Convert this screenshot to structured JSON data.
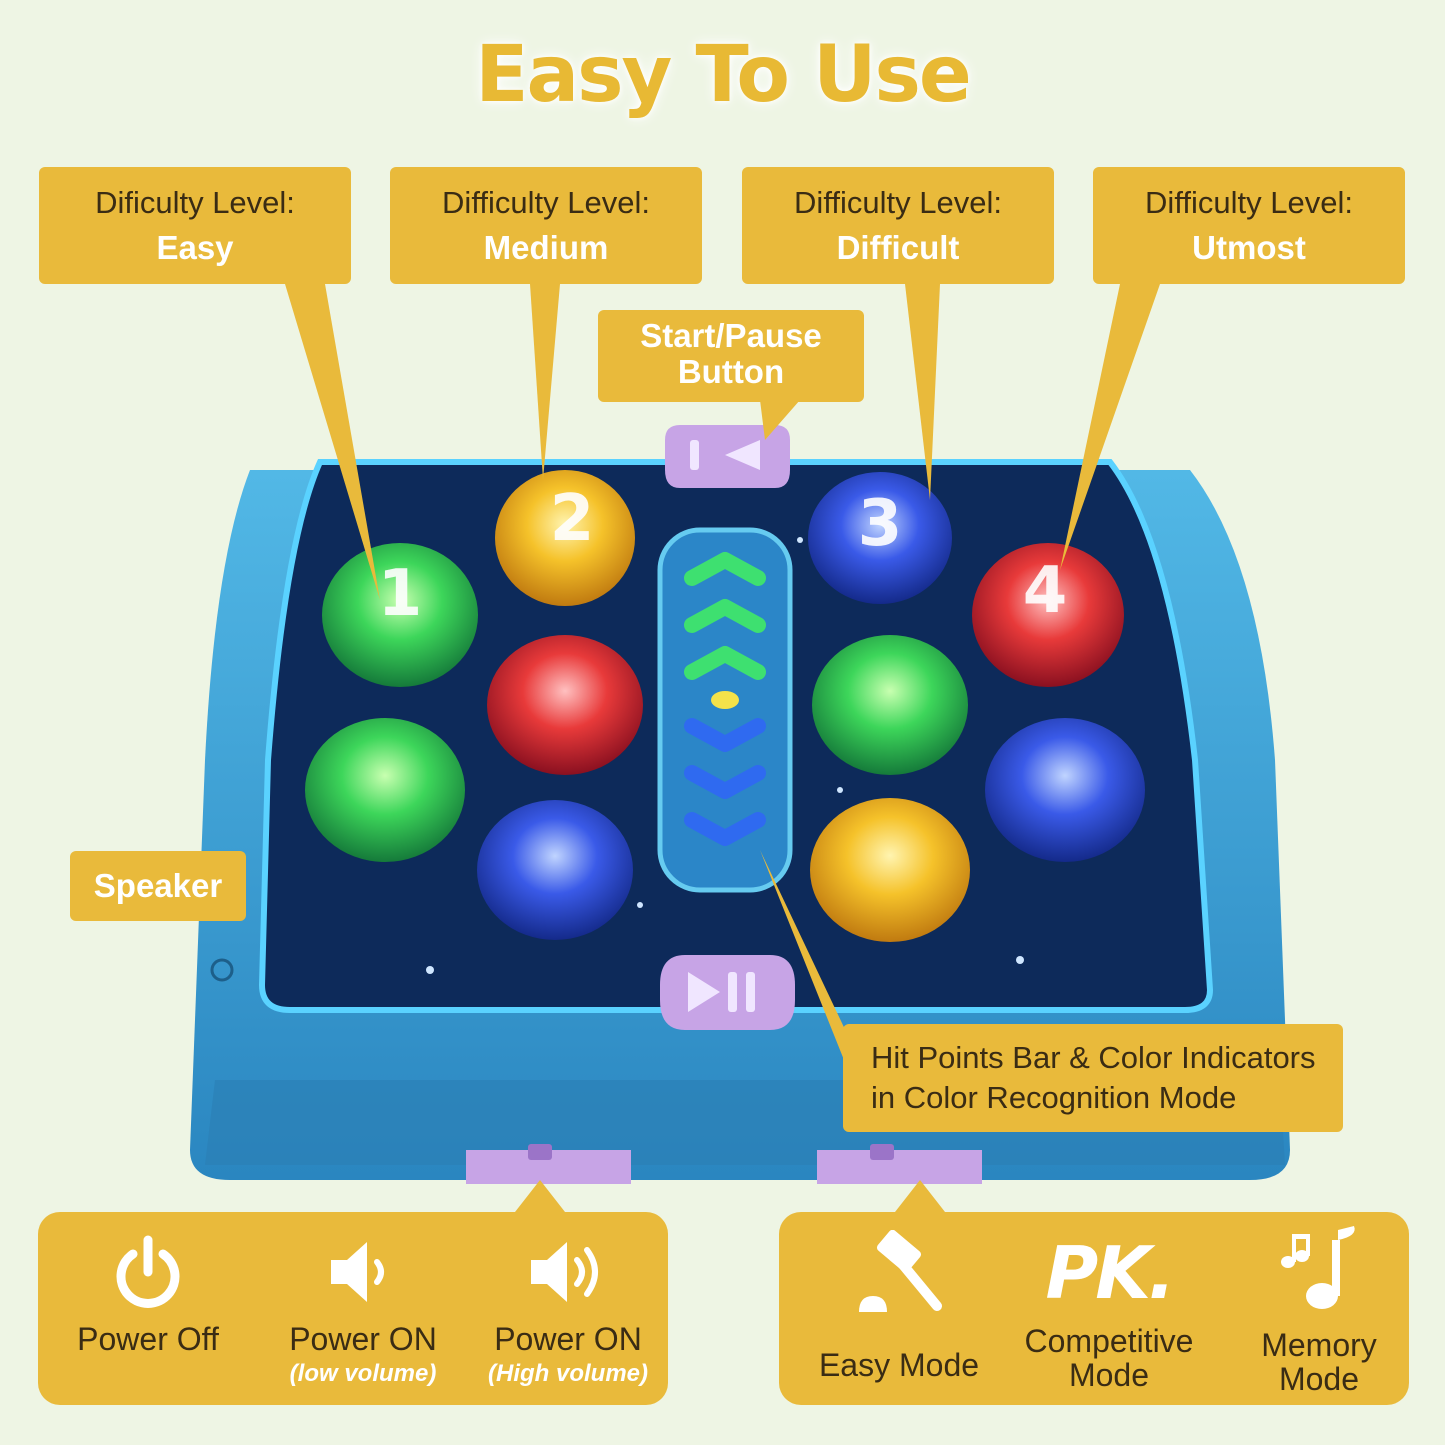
{
  "title": "Easy To Use",
  "levels": [
    {
      "label": "Dificulty Level:",
      "value": "Easy"
    },
    {
      "label": "Difficulty Level:",
      "value": "Medium"
    },
    {
      "label": "Difficulty Level:",
      "value": "Difficult"
    },
    {
      "label": "Difficulty Level:",
      "value": "Utmost"
    }
  ],
  "start_pause": {
    "line1": "Start/Pause",
    "line2": "Button"
  },
  "speaker": "Speaker",
  "hit_points": {
    "line1": "Hit Points Bar & Color Indicators",
    "line2": "in Color Recognition Mode"
  },
  "moles": [
    "1",
    "2",
    "3",
    "4"
  ],
  "power": [
    {
      "label": "Power Off",
      "icon": "power-icon"
    },
    {
      "label": "Power ON",
      "sub": "(low volume)",
      "icon": "speaker-low-icon"
    },
    {
      "label": "Power ON",
      "sub": "(High volume)",
      "icon": "speaker-high-icon"
    }
  ],
  "modes": [
    {
      "label": "Easy  Mode",
      "icon": "hammer-icon"
    },
    {
      "label1": "Competitive",
      "label2": "Mode",
      "badge": "PK.",
      "icon": "pk-icon"
    },
    {
      "label1": "Memory",
      "label2": "Mode",
      "icon": "music-note-icon"
    }
  ],
  "colors": {
    "accent": "#e9ba3b",
    "device": "#3aa4d8",
    "board": "#0d2a5a"
  }
}
